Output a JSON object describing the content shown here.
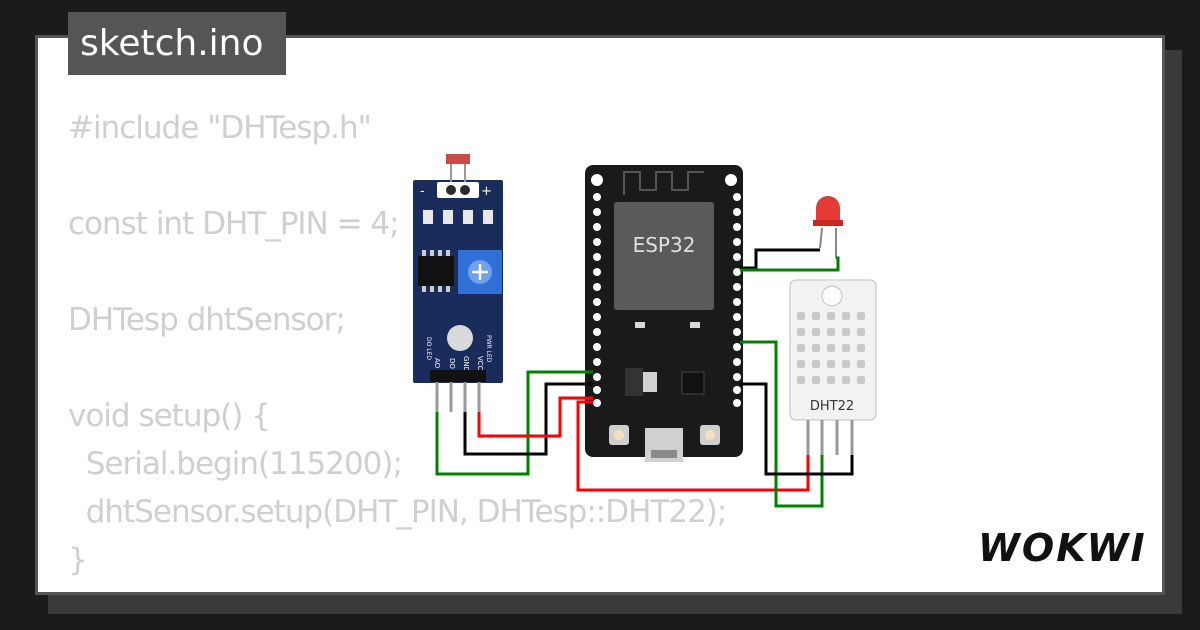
{
  "title": "sketch.ino",
  "code_lines": [
    "#include \"DHTesp.h\"",
    "",
    "const int DHT_PIN = 4;",
    "",
    "DHTesp dhtSensor;",
    "",
    "void setup() {",
    "  Serial.begin(115200);",
    "  dhtSensor.setup(DHT_PIN, DHTesp::DHT22);",
    "}"
  ],
  "components": {
    "esp32": {
      "label": "ESP32"
    },
    "dht22": {
      "label": "DHT22"
    },
    "ldr_module": {
      "top_minus": "-",
      "top_plus": "+",
      "pins": [
        "AO",
        "DO",
        "GND",
        "VCC"
      ],
      "led_labels": [
        "DO LED",
        "PWR LED"
      ]
    },
    "led": {
      "color": "#e53935"
    }
  },
  "brand": "WOKWI",
  "colors": {
    "wire_red": "#ff0000",
    "wire_black": "#000000",
    "wire_green": "#008000",
    "board_black": "#1a1a1a",
    "module_blue": "#1a2c5c"
  }
}
